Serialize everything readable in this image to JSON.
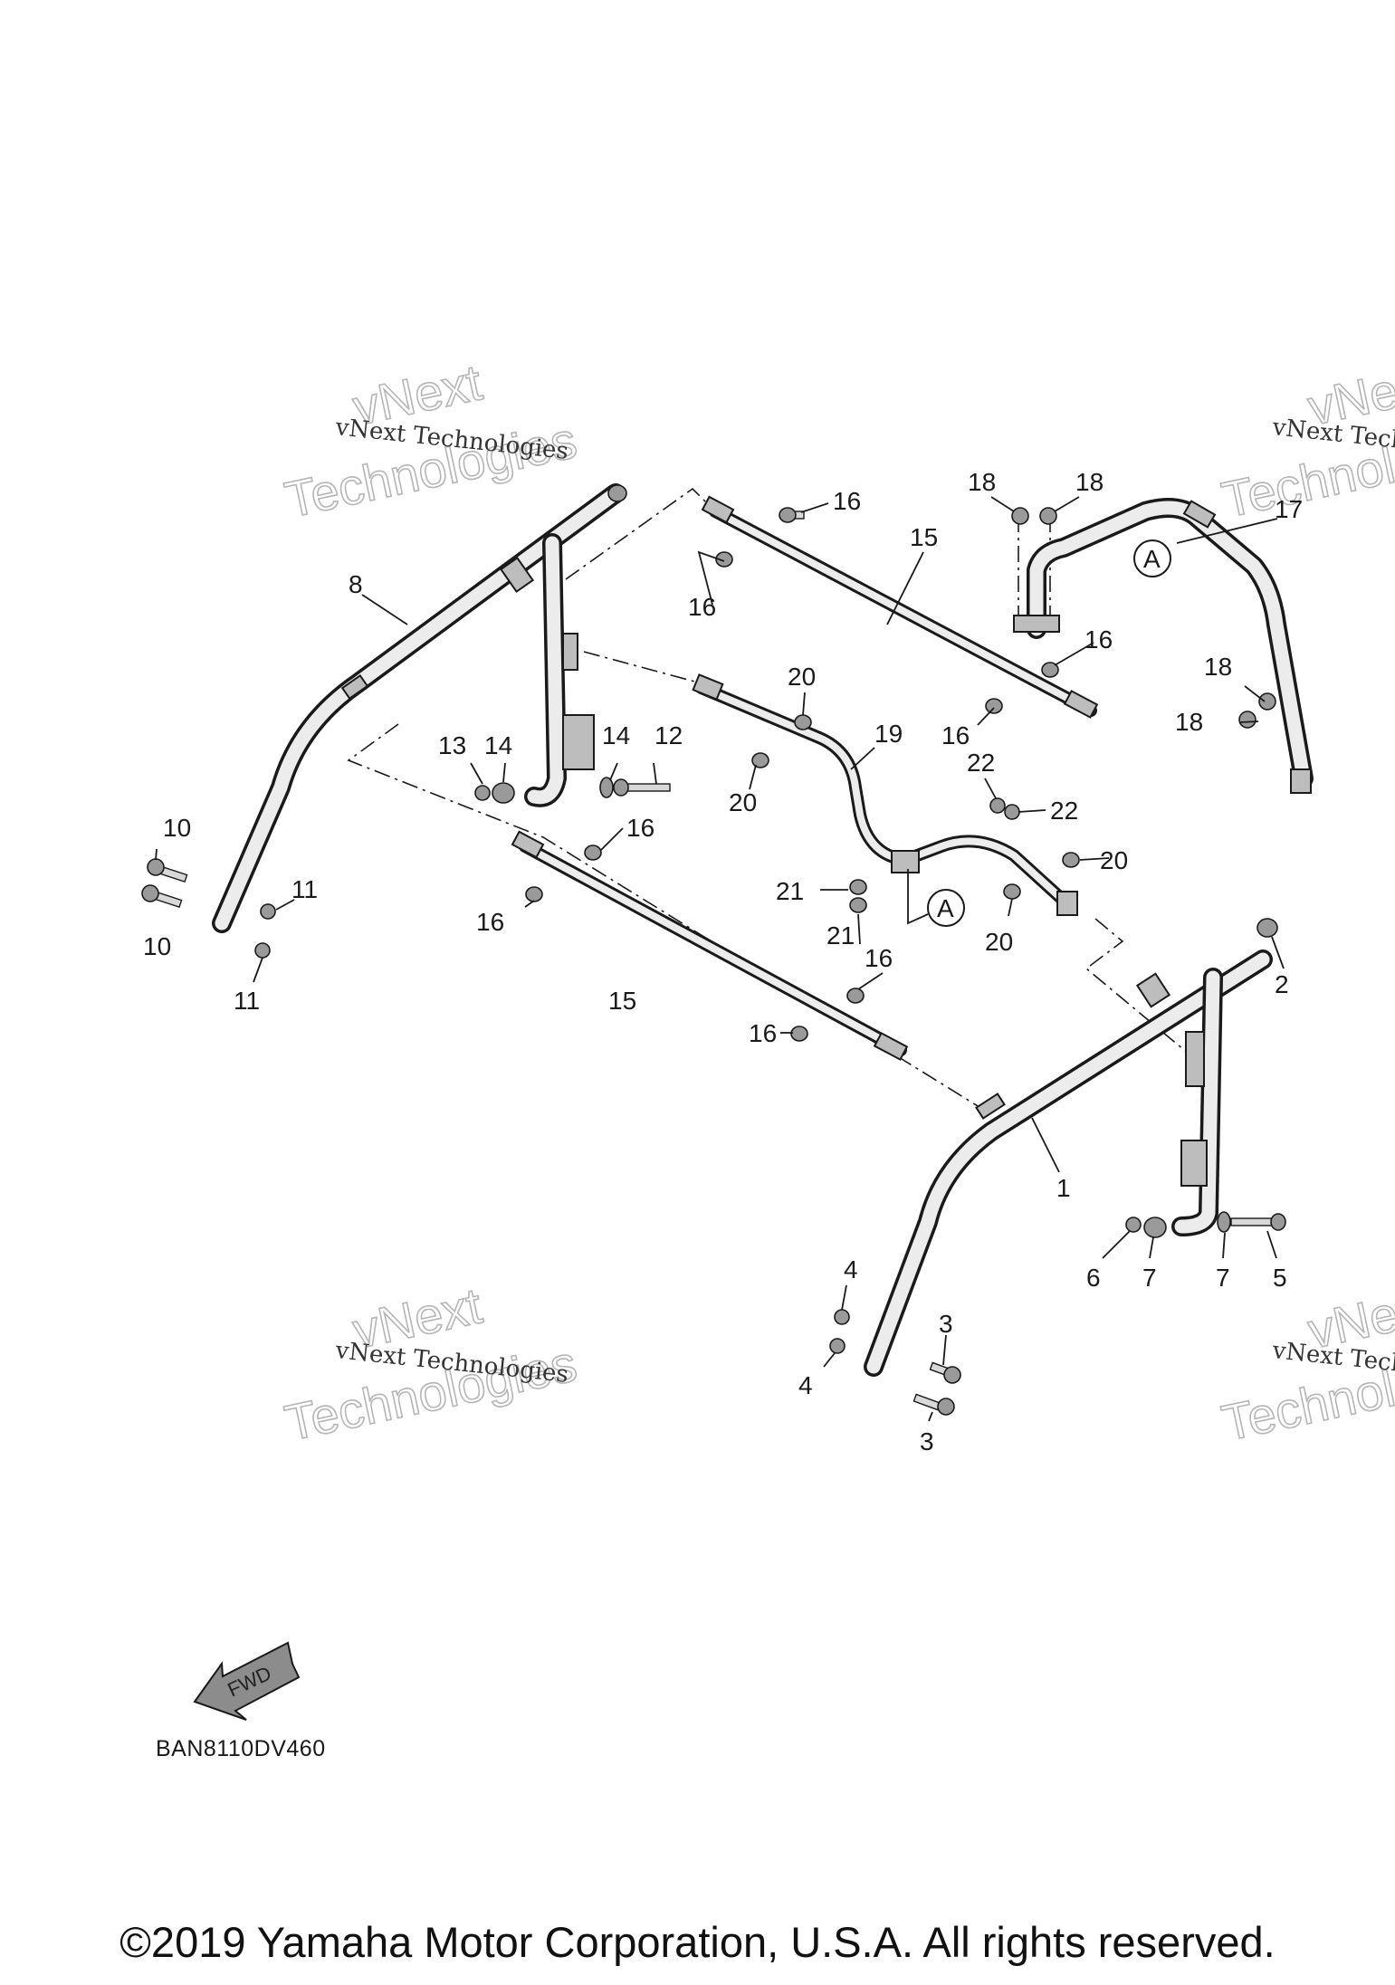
{
  "diagram": {
    "code": "BAN8110DV460",
    "copyright": "©2019 Yamaha Motor Corporation, U.S.A. All rights reserved.",
    "fwd_label": "FWD",
    "callouts": [
      {
        "id": "c8",
        "label": "8"
      },
      {
        "id": "c16a",
        "label": "16"
      },
      {
        "id": "c16b",
        "label": "16"
      },
      {
        "id": "c15a",
        "label": "15"
      },
      {
        "id": "c18a",
        "label": "18"
      },
      {
        "id": "c18b",
        "label": "18"
      },
      {
        "id": "c17",
        "label": "17"
      },
      {
        "id": "c16c",
        "label": "16"
      },
      {
        "id": "c20a",
        "label": "20"
      },
      {
        "id": "c19",
        "label": "19"
      },
      {
        "id": "c16d",
        "label": "16"
      },
      {
        "id": "c18c",
        "label": "18"
      },
      {
        "id": "c18d",
        "label": "18"
      },
      {
        "id": "c13",
        "label": "13"
      },
      {
        "id": "c14a",
        "label": "14"
      },
      {
        "id": "c14b",
        "label": "14"
      },
      {
        "id": "c12",
        "label": "12"
      },
      {
        "id": "c20b",
        "label": "20"
      },
      {
        "id": "c22a",
        "label": "22"
      },
      {
        "id": "c22b",
        "label": "22"
      },
      {
        "id": "c16e",
        "label": "16"
      },
      {
        "id": "c20c",
        "label": "20"
      },
      {
        "id": "c10a",
        "label": "10"
      },
      {
        "id": "c11a",
        "label": "11"
      },
      {
        "id": "c21a",
        "label": "21"
      },
      {
        "id": "c16f",
        "label": "16"
      },
      {
        "id": "c10b",
        "label": "10"
      },
      {
        "id": "c21b",
        "label": "21"
      },
      {
        "id": "c20d",
        "label": "20"
      },
      {
        "id": "c11b",
        "label": "11"
      },
      {
        "id": "c16g",
        "label": "16"
      },
      {
        "id": "c2",
        "label": "2"
      },
      {
        "id": "c15b",
        "label": "15"
      },
      {
        "id": "c16h",
        "label": "16"
      },
      {
        "id": "c1",
        "label": "1"
      },
      {
        "id": "c6",
        "label": "6"
      },
      {
        "id": "c7a",
        "label": "7"
      },
      {
        "id": "c7b",
        "label": "7"
      },
      {
        "id": "c5",
        "label": "5"
      },
      {
        "id": "c4a",
        "label": "4"
      },
      {
        "id": "c3a",
        "label": "3"
      },
      {
        "id": "c4b",
        "label": "4"
      },
      {
        "id": "c3b",
        "label": "3"
      }
    ],
    "references": [
      {
        "id": "refA1",
        "letter": "A"
      },
      {
        "id": "refA2",
        "letter": "A"
      }
    ],
    "watermark": {
      "line1": "vNext Technologies",
      "big_top": "vNext",
      "big_bottom": "Technologies"
    }
  }
}
